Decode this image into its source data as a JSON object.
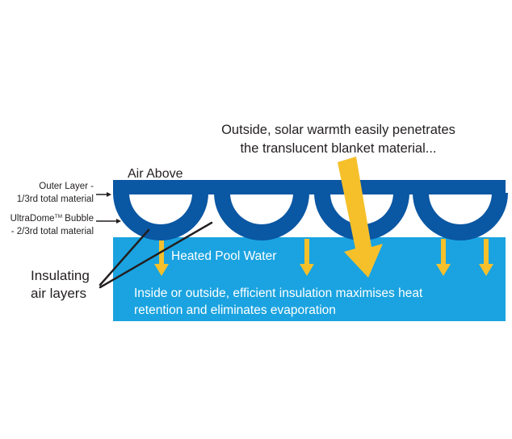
{
  "colors": {
    "background": "#ffffff",
    "water": "#1aa3e0",
    "blanket": "#0a57a3",
    "sun_arrow": "#f6c02b",
    "label_text": "#231f20",
    "water_text": "#ffffff",
    "leader_line": "#231f20"
  },
  "annotation": {
    "line1": "Outside, solar warmth easily penetrates",
    "line2": "the translucent blanket material..."
  },
  "air_above": "Air Above",
  "outer_layer": {
    "line1": "Outer Layer -",
    "line2": "1/3rd total material"
  },
  "bubble": {
    "line1_prefix": "UltraDome",
    "line1_tm": "TM",
    "line1_suffix": " Bubble",
    "line2": "- 2/3rd total material"
  },
  "insulating": {
    "line1": "Insulating",
    "line2": "air layers"
  },
  "water_label": "Heated Pool Water",
  "bottom_text": {
    "line1": "Inside or outside, efficient insulation maximises heat",
    "line2": "retention and eliminates evaporation"
  },
  "icons": [
    "solar-arrow-icon",
    "heat-arrow-icon"
  ]
}
